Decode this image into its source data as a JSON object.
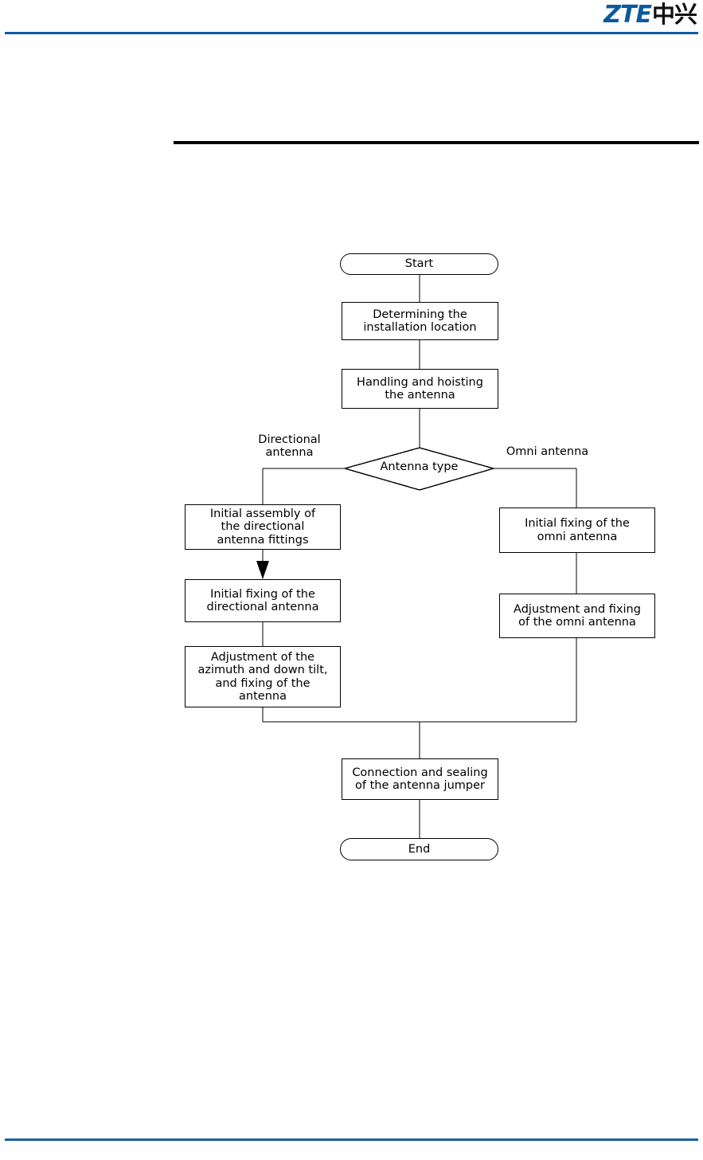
{
  "document": {
    "brand": {
      "logo_latin": "ZTE",
      "logo_cjk": "中兴",
      "logo_latin_color": "#0A5AA0",
      "logo_cjk_color": "#111111"
    },
    "rules": {
      "header_line_color": "#0A5AA0",
      "footer_line_color": "#1D5FA0",
      "section_line_color": "#000000"
    }
  },
  "flowchart": {
    "type": "flowchart",
    "orientation": "top-to-bottom",
    "line_color": "#000000",
    "node_fill": "#ffffff",
    "nodes": [
      {
        "id": "start",
        "shape": "terminator",
        "label": "Start"
      },
      {
        "id": "determine",
        "shape": "process",
        "label": "Determining the\ninstallation location"
      },
      {
        "id": "handling",
        "shape": "process",
        "label": "Handling and hoisting\nthe antenna"
      },
      {
        "id": "decision",
        "shape": "decision",
        "label": "Antenna type"
      },
      {
        "id": "dir_assembly",
        "shape": "process",
        "label": "Initial assembly of\nthe directional\nantenna fittings"
      },
      {
        "id": "dir_fixing",
        "shape": "process",
        "label": "Initial fixing of the\ndirectional antenna"
      },
      {
        "id": "dir_adjust",
        "shape": "process",
        "label": "Adjustment of the\nazimuth and down tilt,\nand fixing of the\nantenna"
      },
      {
        "id": "omni_fixing",
        "shape": "process",
        "label": "Initial fixing of the\nomni antenna"
      },
      {
        "id": "omni_adjust",
        "shape": "process",
        "label": "Adjustment and fixing\nof the omni antenna"
      },
      {
        "id": "connection",
        "shape": "process",
        "label": "Connection and sealing\nof the antenna jumper"
      },
      {
        "id": "end",
        "shape": "terminator",
        "label": "End"
      }
    ],
    "branch_labels": {
      "left": "Directional\nantenna",
      "right": "Omni antenna"
    },
    "edges": [
      {
        "from": "start",
        "to": "determine",
        "arrow": false
      },
      {
        "from": "determine",
        "to": "handling",
        "arrow": false
      },
      {
        "from": "handling",
        "to": "decision",
        "arrow": false
      },
      {
        "from": "decision",
        "to": "dir_assembly",
        "arrow": false,
        "label": "Directional antenna"
      },
      {
        "from": "decision",
        "to": "omni_fixing",
        "arrow": false,
        "label": "Omni antenna"
      },
      {
        "from": "dir_assembly",
        "to": "dir_fixing",
        "arrow": true
      },
      {
        "from": "dir_fixing",
        "to": "dir_adjust",
        "arrow": false
      },
      {
        "from": "omni_fixing",
        "to": "omni_adjust",
        "arrow": false
      },
      {
        "from": "dir_adjust",
        "to": "connection",
        "arrow": false
      },
      {
        "from": "omni_adjust",
        "to": "connection",
        "arrow": false
      },
      {
        "from": "connection",
        "to": "end",
        "arrow": false
      }
    ]
  }
}
